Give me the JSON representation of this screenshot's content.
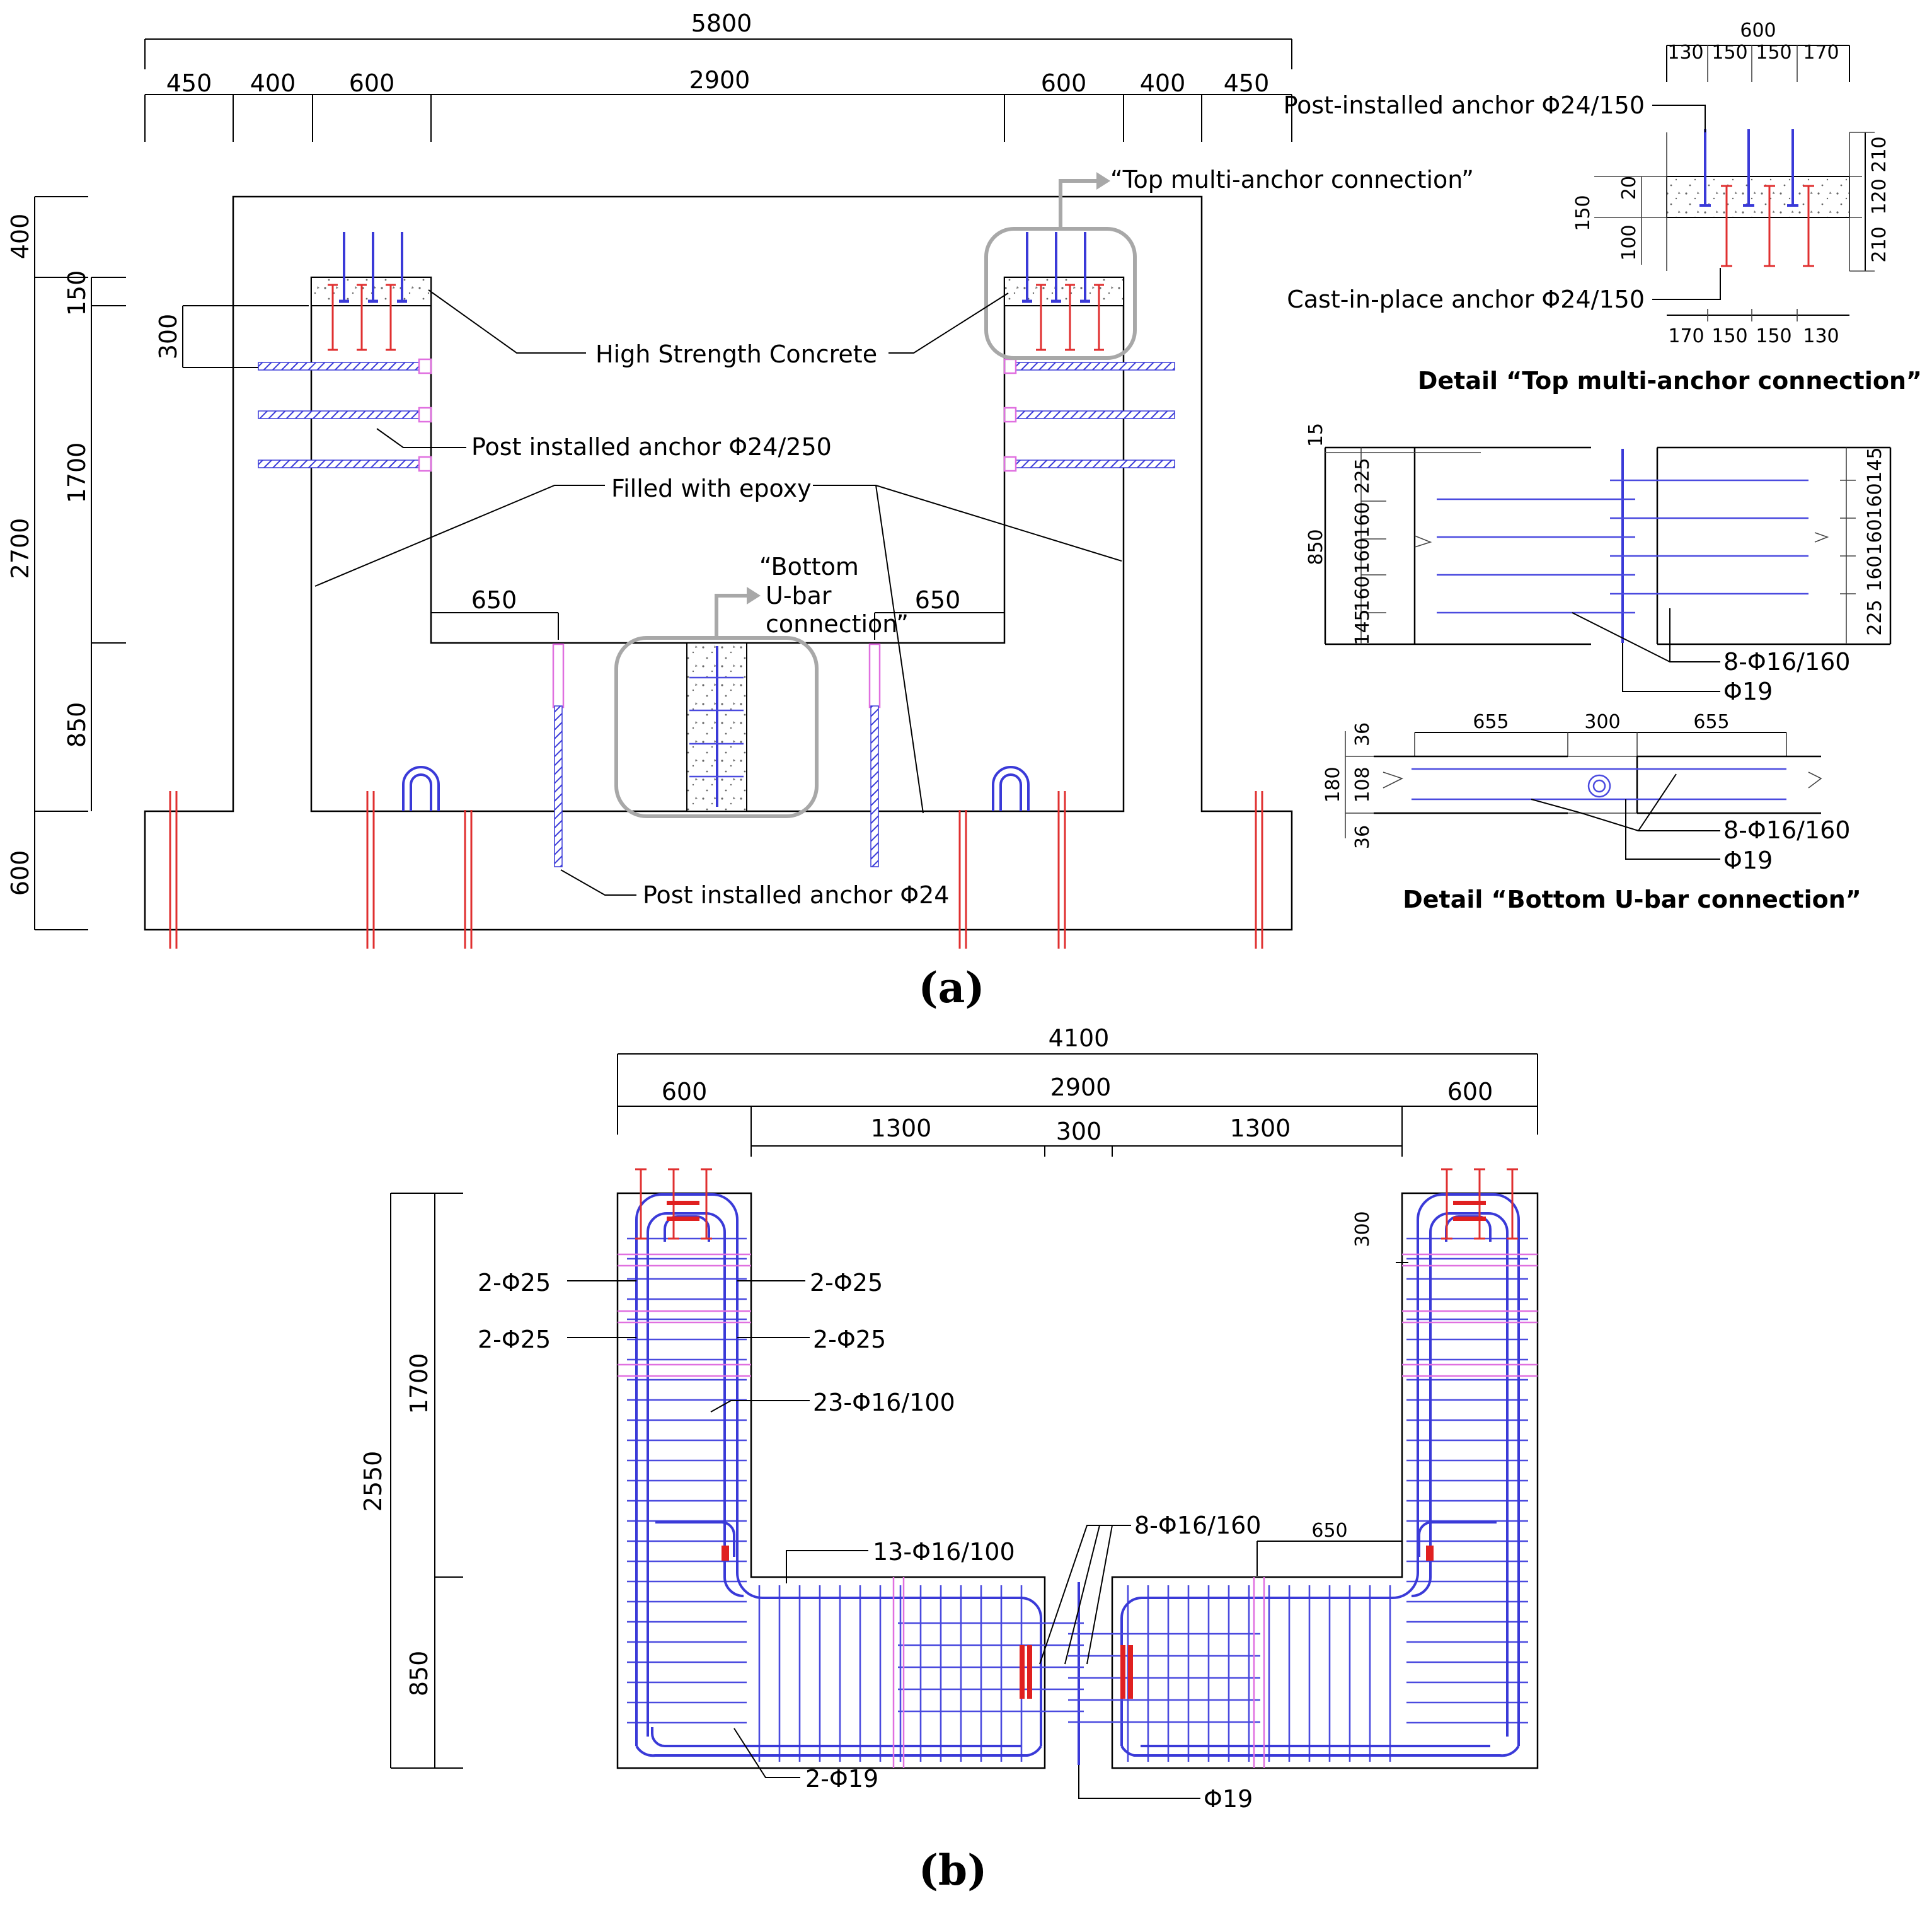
{
  "panel_a": {
    "caption": "(a)",
    "top_dims": {
      "overall": "5800",
      "segments": [
        "450",
        "400",
        "600",
        "2900",
        "600",
        "400",
        "450"
      ]
    },
    "left_dims": {
      "outer": [
        "400",
        "2700",
        "600"
      ],
      "inner": [
        "150",
        "1700",
        "850"
      ],
      "short": "300"
    },
    "inner_dims": {
      "left": "650",
      "right": "650"
    },
    "labels": {
      "high_strength_concrete": "High Strength Concrete",
      "post_installed_250": "Post installed anchor Φ24/250",
      "filled_with_epoxy": "Filled with epoxy",
      "bottom_ubar_line1": "“Bottom",
      "bottom_ubar_line2": "U-bar",
      "bottom_ubar_line3": "connection”",
      "post_installed_24": "Post installed anchor Φ24",
      "top_multi_anchor": "“Top multi-anchor connection”"
    },
    "detail_top": {
      "title": "Detail “Top multi-anchor connection”",
      "overall": "600",
      "top_dims": [
        "130",
        "150",
        "150",
        "170"
      ],
      "bottom_dims": [
        "170",
        "150",
        "150",
        "130"
      ],
      "left_dims": [
        "150",
        "20",
        "100"
      ],
      "right_dims": [
        "210",
        "120",
        "210"
      ],
      "post_installed": "Post-installed anchor Φ24/150",
      "cast_in_place": "Cast-in-place anchor Φ24/150"
    },
    "detail_side": {
      "overall": "850",
      "top": "15",
      "left_dims": [
        "225",
        "160",
        "160",
        "160",
        "145"
      ],
      "right_dims": [
        "145",
        "160",
        "160",
        "160",
        "225"
      ],
      "bar_label": "8-Φ16/160",
      "phi_label": "Φ19"
    },
    "detail_bottom": {
      "title": "Detail “Bottom U-bar connection”",
      "top_dims": [
        "655",
        "300",
        "655"
      ],
      "left_overall": "180",
      "left_dims": [
        "36",
        "108",
        "36"
      ],
      "bar_label": "8-Φ16/160",
      "phi_label": "Φ19"
    }
  },
  "panel_b": {
    "caption": "(b)",
    "top_dims": {
      "overall": "4100",
      "row2": [
        "600",
        "2900",
        "600"
      ],
      "row3": [
        "1300",
        "300",
        "1300"
      ]
    },
    "left_dims": {
      "overall": "2550",
      "parts": [
        "1700",
        "850"
      ]
    },
    "right_dim": "300",
    "mid_dim": "650",
    "labels": {
      "l_2phi25_a": "2-Φ25",
      "r_2phi25_a": "2-Φ25",
      "l_2phi25_b": "2-Φ25",
      "r_2phi25_b": "2-Φ25",
      "stirrups": "23-Φ16/100",
      "bottom_stirrups": "13-Φ16/100",
      "ubar": "8-Φ16/160",
      "phi19_left": "2-Φ19",
      "phi19_right": "Φ19"
    }
  },
  "colors": {
    "rebar_blue": "#3a3ad8",
    "anchor_red": "#e03030",
    "epoxy_pink": "#e070e0",
    "highlight_gray": "#a8a8a8"
  }
}
